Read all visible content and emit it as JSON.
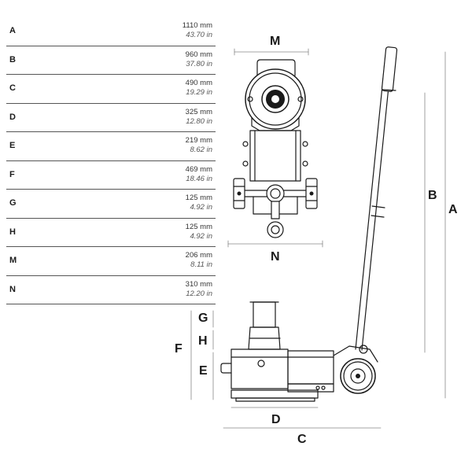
{
  "specs": [
    {
      "key": "A",
      "mm": "1110 mm",
      "inch": "43.70 in"
    },
    {
      "key": "B",
      "mm": "960 mm",
      "inch": "37.80 in"
    },
    {
      "key": "C",
      "mm": "490 mm",
      "inch": "19.29 in"
    },
    {
      "key": "D",
      "mm": "325 mm",
      "inch": "12.80 in"
    },
    {
      "key": "E",
      "mm": "219 mm",
      "inch": "8.62 in"
    },
    {
      "key": "F",
      "mm": "469 mm",
      "inch": "18.46 in"
    },
    {
      "key": "G",
      "mm": "125 mm",
      "inch": "4.92 in"
    },
    {
      "key": "H",
      "mm": "125 mm",
      "inch": "4.92 in"
    },
    {
      "key": "M",
      "mm": "206 mm",
      "inch": "8.11 in"
    },
    {
      "key": "N",
      "mm": "310 mm",
      "inch": "12.20 in"
    }
  ],
  "labels": {
    "top_m": "M",
    "top_n": "N",
    "a": "A",
    "b": "B",
    "c": "C",
    "d": "D",
    "e": "E",
    "f": "F",
    "g": "G",
    "h": "H"
  },
  "colors": {
    "line": "#1a1a1a",
    "dim": "#888888"
  }
}
